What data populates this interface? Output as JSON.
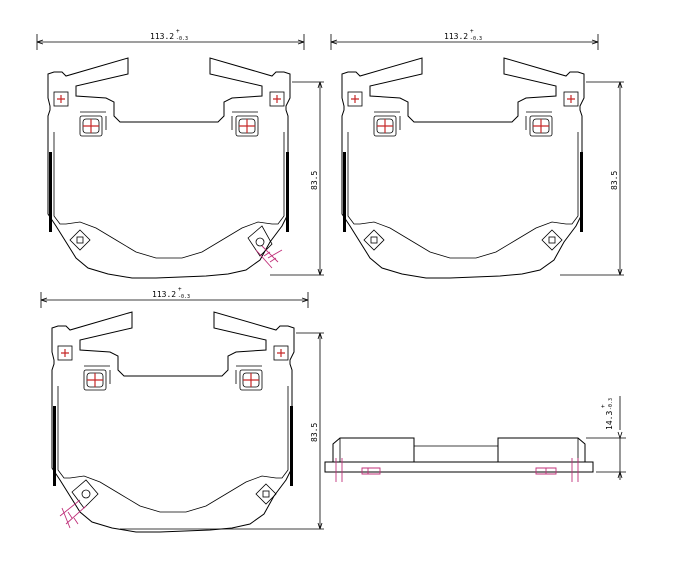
{
  "colors": {
    "line": "#000000",
    "accent_magenta": "#c0307a",
    "accent_red": "#c62828"
  },
  "dimensions": {
    "width_main": "113.2",
    "width_tol_upper": "+",
    "width_tol_lower": "-0.3",
    "height": "83.5",
    "thickness_main": "14.3",
    "thickness_tol_upper": "+",
    "thickness_tol_lower": "-0.3"
  },
  "views": [
    {
      "id": "top-left",
      "sensor": "right"
    },
    {
      "id": "top-right",
      "sensor": "none"
    },
    {
      "id": "bottom-left",
      "sensor": "left"
    },
    {
      "id": "side",
      "sensor": "side"
    }
  ]
}
